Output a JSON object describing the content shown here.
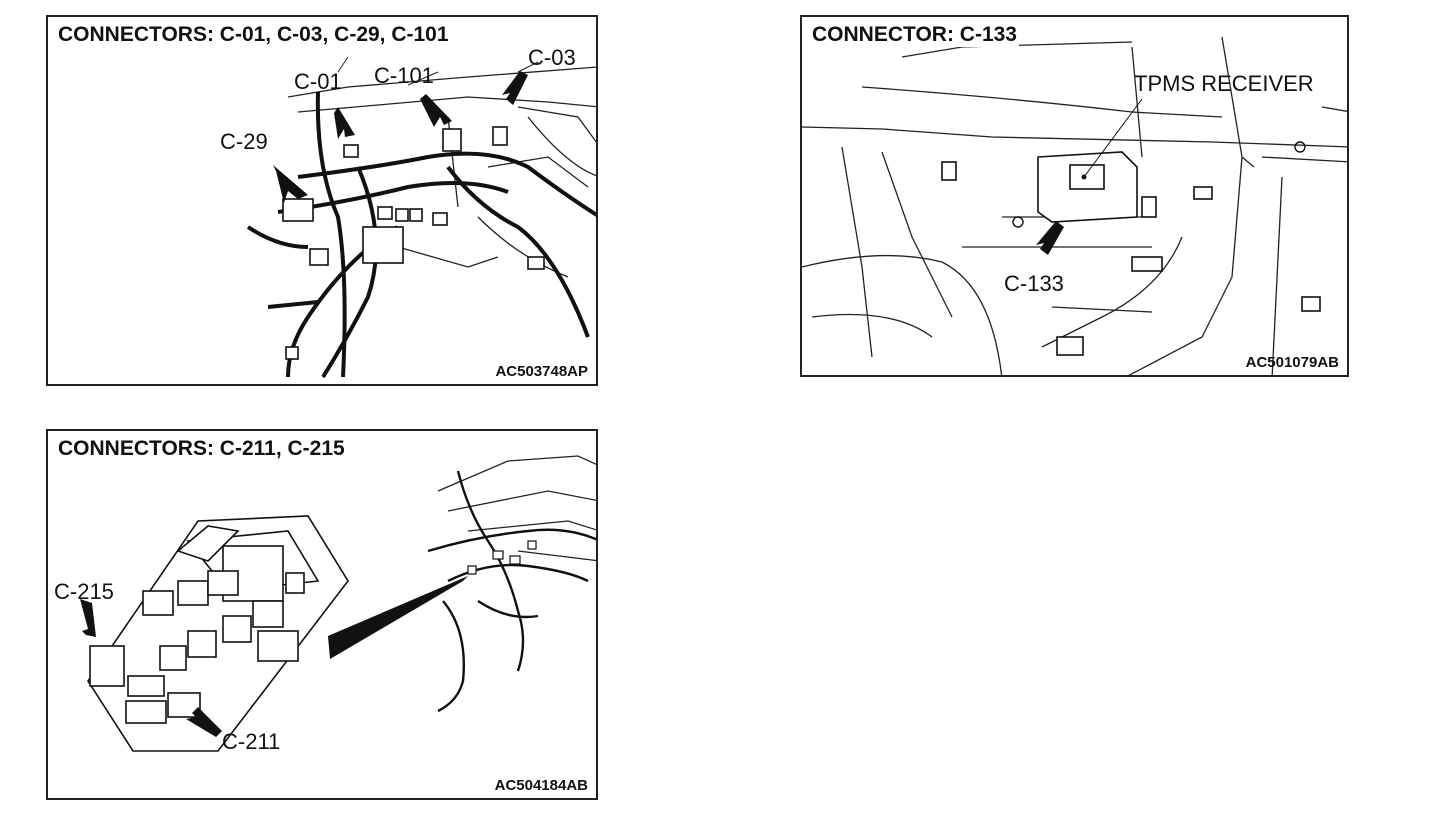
{
  "panels": [
    {
      "title": "CONNECTORS: C-01, C-03, C-29, C-101",
      "code": "AC503748AP",
      "labels": {
        "c01": "C-01",
        "c101": "C-101",
        "c03": "C-03",
        "c29": "C-29"
      }
    },
    {
      "title": "CONNECTOR: C-133",
      "code": "AC501079AB",
      "labels": {
        "receiver": "TPMS RECEIVER",
        "c133": "C-133"
      }
    },
    {
      "title": "CONNECTORS: C-211, C-215",
      "code": "AC504184AB",
      "labels": {
        "c215": "C-215",
        "c211": "C-211"
      }
    }
  ]
}
